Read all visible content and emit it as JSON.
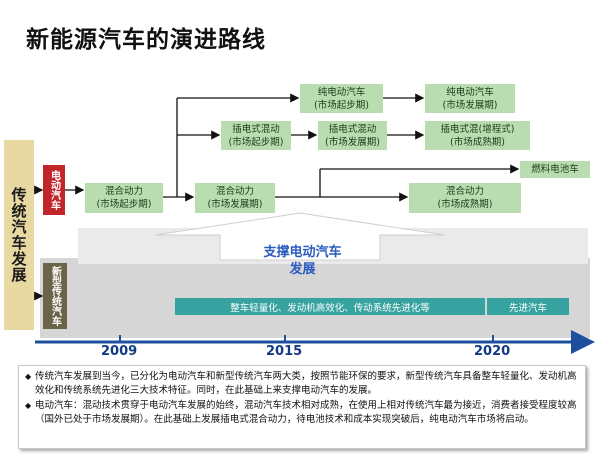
{
  "title": "新能源汽车的演进路线",
  "side_label": "传统汽车发展",
  "ev_tag": "电动汽车",
  "new_tag": "新型传统汽车",
  "nodes": {
    "hybrid_start": {
      "line1": "混合动力",
      "line2": "(市场起步期)"
    },
    "hybrid_dev": {
      "line1": "混合动力",
      "line2": "(市场发展期)"
    },
    "phev_start": {
      "line1": "插电式混动",
      "line2": "(市场起步期)"
    },
    "phev_dev": {
      "line1": "插电式混动",
      "line2": "(市场发展期)"
    },
    "phev_mature": {
      "line1": "插电式混(增程式)",
      "line2": "(市场成熟期)"
    },
    "bev_start": {
      "line1": "纯电动汽车",
      "line2": "(市场起步期)"
    },
    "bev_dev": {
      "line1": "纯电动汽车",
      "line2": "(市场发展期)"
    },
    "hybrid_mature": {
      "line1": "混合动力",
      "line2": "(市场成熟期)"
    },
    "fcv": {
      "line1": "燃料电池车"
    }
  },
  "support": {
    "line1": "支撑电动汽车",
    "line2": "发展"
  },
  "teal_bar": "整车轻量化、发动机高效化、传动系统先进化等",
  "teal_box": "先进汽车",
  "years": [
    "2009",
    "2015",
    "2020"
  ],
  "notes": [
    "传统汽车发展到当今，已分化为电动汽车和新型传统汽车两大类，按照节能环保的要求，新型传统汽车具备整车轻量化、发动机高效化和传统系统先进化三大技术特征。同时，在此基础上来支撑电动汽车的发展。",
    "电动汽车：混动技术贯穿于电动汽车发展的始终，混动汽车技术相对成熟，在使用上相对传统汽车最为接近，消费者接受程度较高（国外已处于市场发展期）。在此基础上发展插电式混合动力，待电池技术和成本实现突破后，纯电动汽车市场将启动。"
  ],
  "colors": {
    "node": "#b9ddb0",
    "ev_tag": "#c0262a",
    "teal": "#37a3a0",
    "timeline": "#1d4f9e",
    "side": "#e8d9a2"
  }
}
